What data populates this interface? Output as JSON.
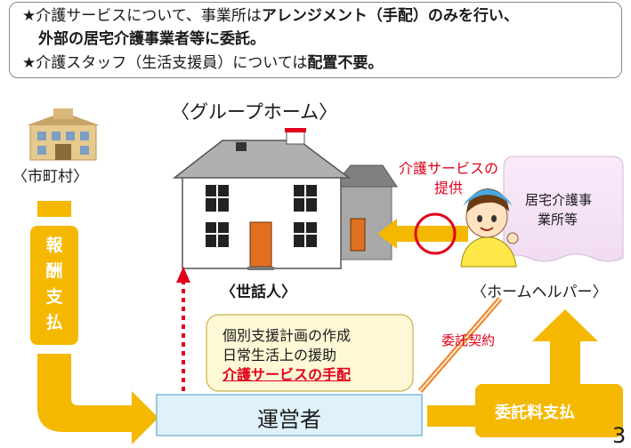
{
  "notes": {
    "line1_prefix": "★介護サービスについて、事業所は",
    "line1_bold": "アレンジメント（手配）のみを行い、",
    "line2_bold": "外部の居宅介護事業者等に委託。",
    "line3_prefix": "★介護スタッフ（生活支援員）については",
    "line3_bold": "配置不要。"
  },
  "labels": {
    "group_home": "〈グループホーム〉",
    "municipality": "〈市町村〉",
    "caretaker": "〈世話人〉",
    "home_helper": "〈ホームヘルパー〉",
    "service_provision_1": "介護サービスの",
    "service_provision_2": "提供",
    "home_care_office_1": "居宅介護事",
    "home_care_office_2": "業所等",
    "remuneration": [
      "報",
      "酬",
      "支",
      "払"
    ],
    "consignment_contract": "委託契約",
    "consignment_fee": "委託料支払",
    "operator": "運営者",
    "page_number": "3"
  },
  "support_box": {
    "line1": "個別支援計画の作成",
    "line2": "日常生活上の援助",
    "line3": "介護サービスの手配"
  },
  "colors": {
    "arrow_gold": "#f5b800",
    "red_accent": "#e0001a",
    "operator_fill": "#dff1fb",
    "support_fill": "#fff8d6",
    "office_fill": "#f6e6f6"
  }
}
